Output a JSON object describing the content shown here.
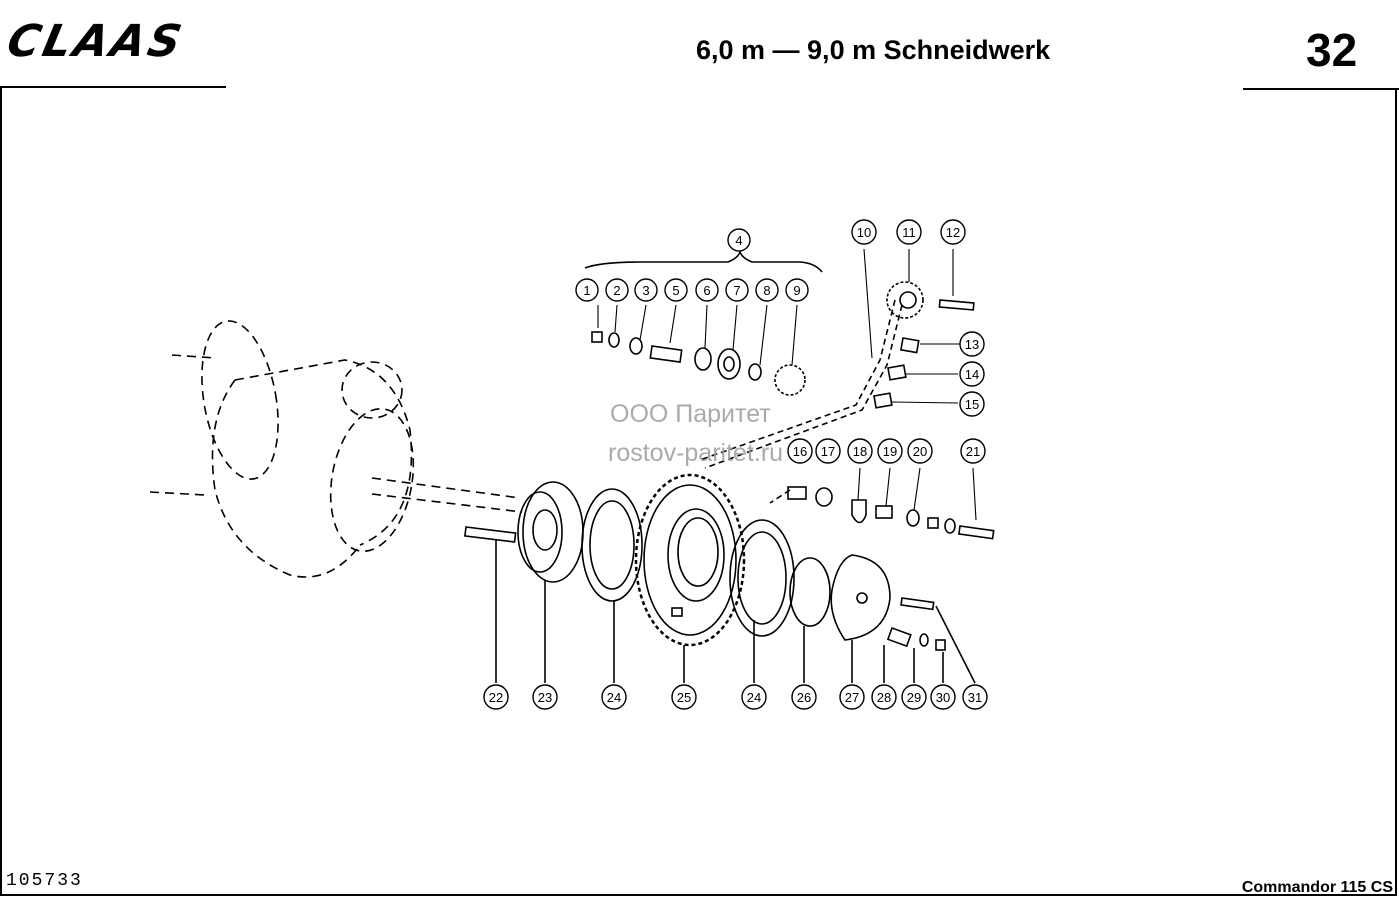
{
  "header": {
    "brand": "CLAAS",
    "title": "6,0 m — 9,0 m Schneidwerk",
    "page_number": "32"
  },
  "footer": {
    "drawing_number": "105733",
    "model": "Commandor 115 CS"
  },
  "watermark": {
    "line1": "ООО Паритет",
    "line2": "rostov-paritet.ru"
  },
  "callouts": [
    "1",
    "2",
    "3",
    "4",
    "5",
    "6",
    "7",
    "8",
    "9",
    "10",
    "11",
    "12",
    "13",
    "14",
    "15",
    "16",
    "17",
    "18",
    "19",
    "20",
    "21",
    "22",
    "23",
    "24",
    "25",
    "24",
    "26",
    "27",
    "28",
    "29",
    "30",
    "31"
  ]
}
